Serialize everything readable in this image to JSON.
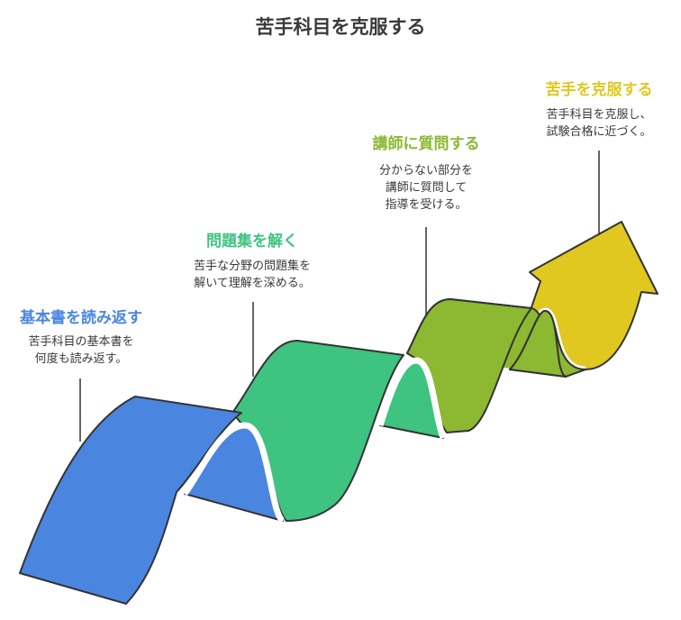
{
  "title": "苦手科目を克服する",
  "steps": [
    {
      "title": "基本書を読み返す",
      "description": "苦手科目の基本書を\n何度も読み返す。",
      "color": "#4a86e0"
    },
    {
      "title": "問題集を解く",
      "description": "苦手な分野の問題集を\n解いて理解を深める。",
      "color": "#3fc380"
    },
    {
      "title": "講師に質問する",
      "description": "分からない部分を\n講師に質問して\n指導を受ける。",
      "color": "#8cb832"
    },
    {
      "title": "苦手を克服する",
      "description": "苦手科目を克服し、\n試験合格に近づく。",
      "color": "#e0c821"
    }
  ]
}
